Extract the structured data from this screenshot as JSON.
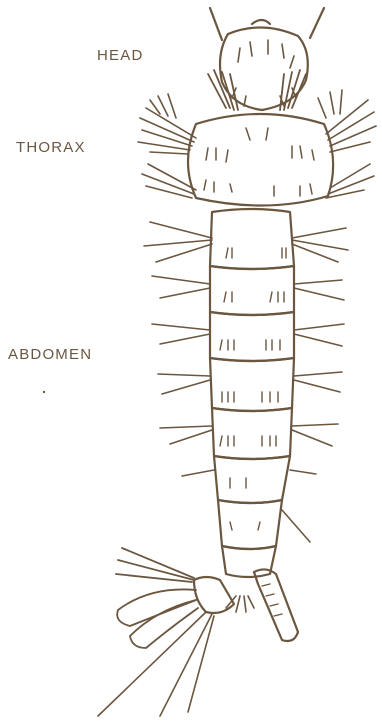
{
  "colors": {
    "ink": "#6b5640",
    "background": "#ffffff"
  },
  "labels": {
    "head": "HEAD",
    "thorax": "THORAX",
    "abdomen": "ABDOMEN"
  }
}
